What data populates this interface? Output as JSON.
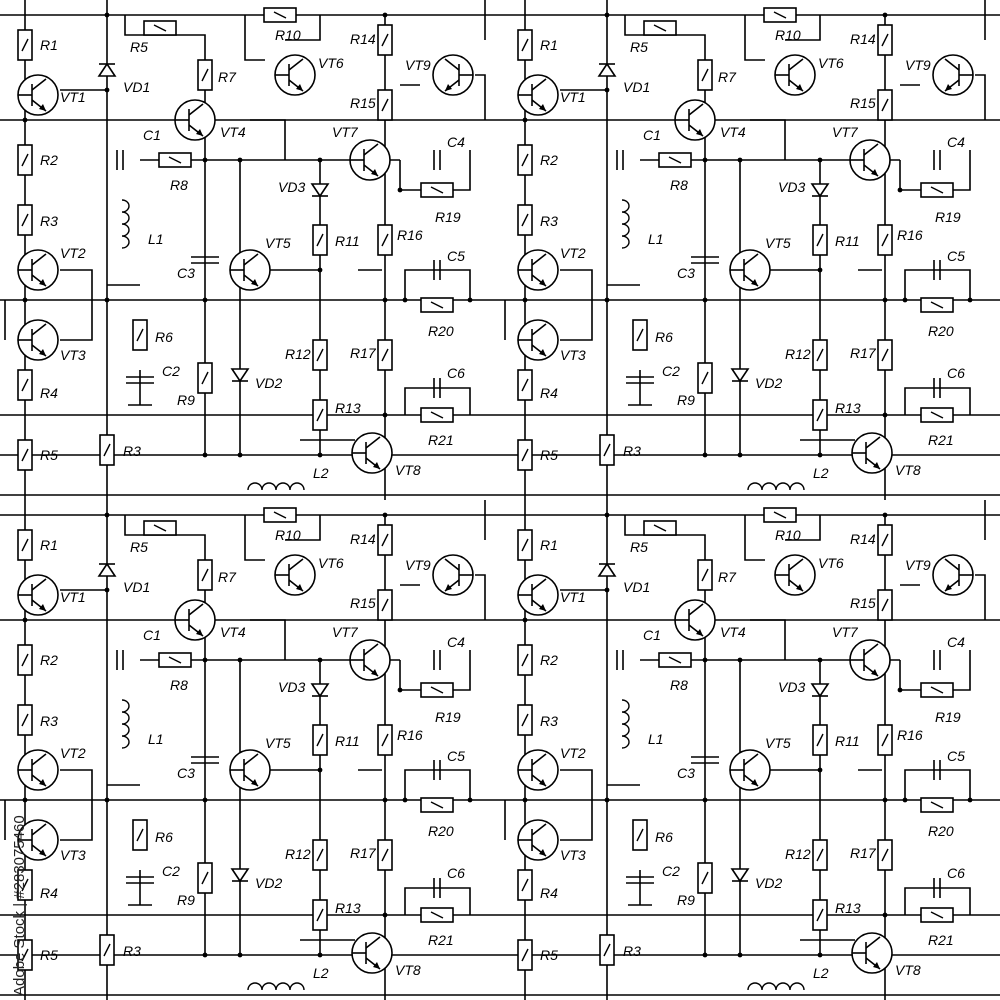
{
  "labels": {
    "R1": "R1",
    "R2": "R2",
    "R3": "R3",
    "R4": "R4",
    "R5": "R5",
    "R6": "R6",
    "R7": "R7",
    "R8": "R8",
    "R9": "R9",
    "R10": "R10",
    "R11": "R11",
    "R12": "R12",
    "R13": "R13",
    "R14": "R14",
    "R15": "R15",
    "R16": "R16",
    "R17": "R17",
    "R19": "R19",
    "R20": "R20",
    "R21": "R21",
    "VT1": "VT1",
    "VT2": "VT2",
    "VT3": "VT3",
    "VT4": "VT4",
    "VT5": "VT5",
    "VT6": "VT6",
    "VT7": "VT7",
    "VT8": "VT8",
    "VT9": "VT9",
    "VD1": "VD1",
    "VD2": "VD2",
    "VD3": "VD3",
    "C1": "C1",
    "C2": "C2",
    "C3": "C3",
    "C4": "C4",
    "C5": "C5",
    "C6": "C6",
    "L1": "L1",
    "L2": "L2"
  },
  "watermark": "Adobe Stock | #283075460",
  "colors": {
    "ink": "#000000",
    "paper": "#ffffff"
  }
}
